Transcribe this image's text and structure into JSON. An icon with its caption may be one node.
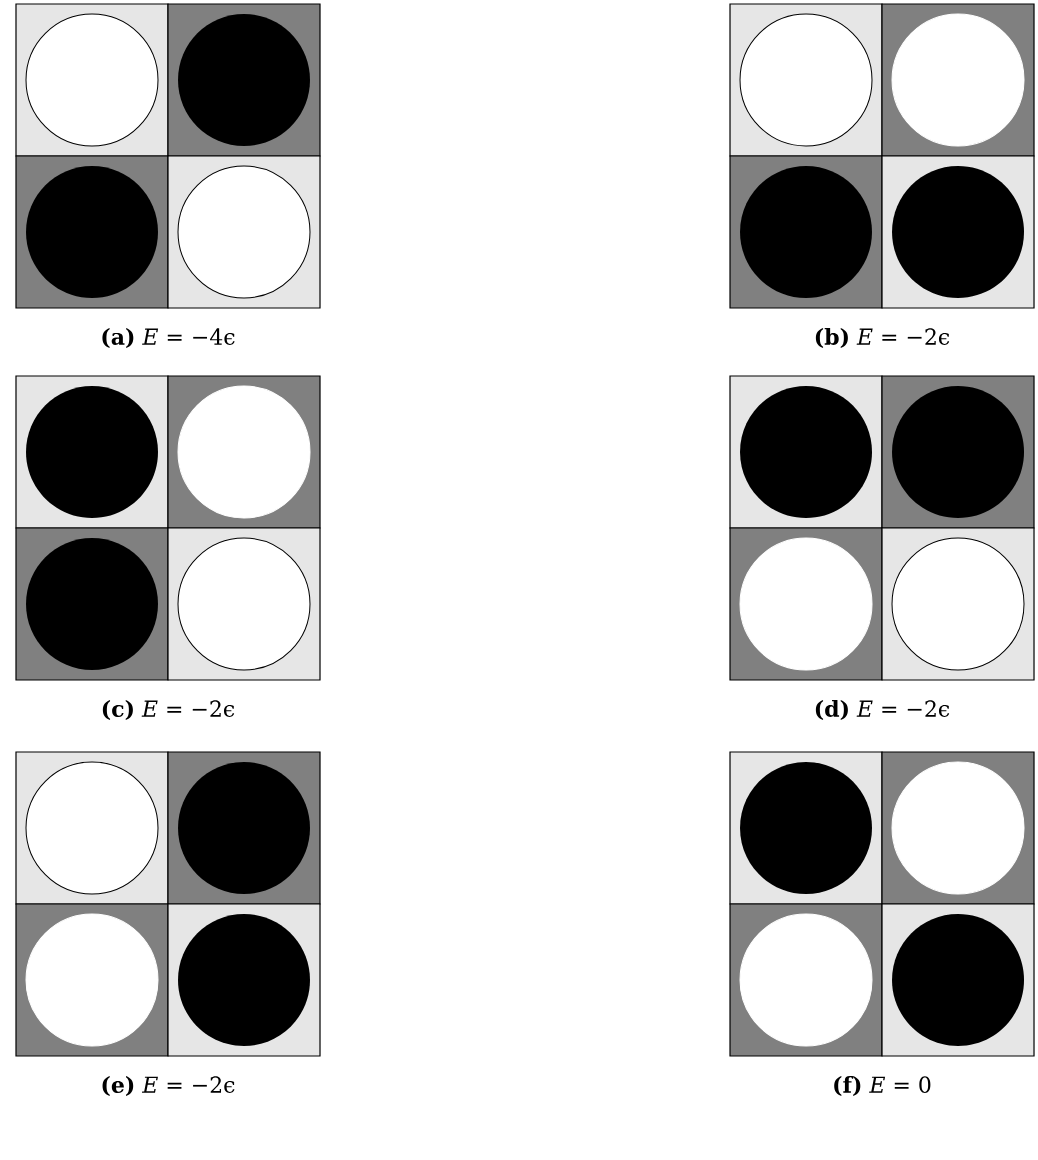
{
  "diagram": {
    "labels": [
      "**(a)** *E* = −4ϵ",
      "**(b)** *E* = −2ϵ",
      "**(c)** *E* = −2ϵ",
      "**(d)** *E* = −2ϵ",
      "**(e)** *E* = −2ϵ",
      "**(f)** *E* = 0"
    ]
  }
}
